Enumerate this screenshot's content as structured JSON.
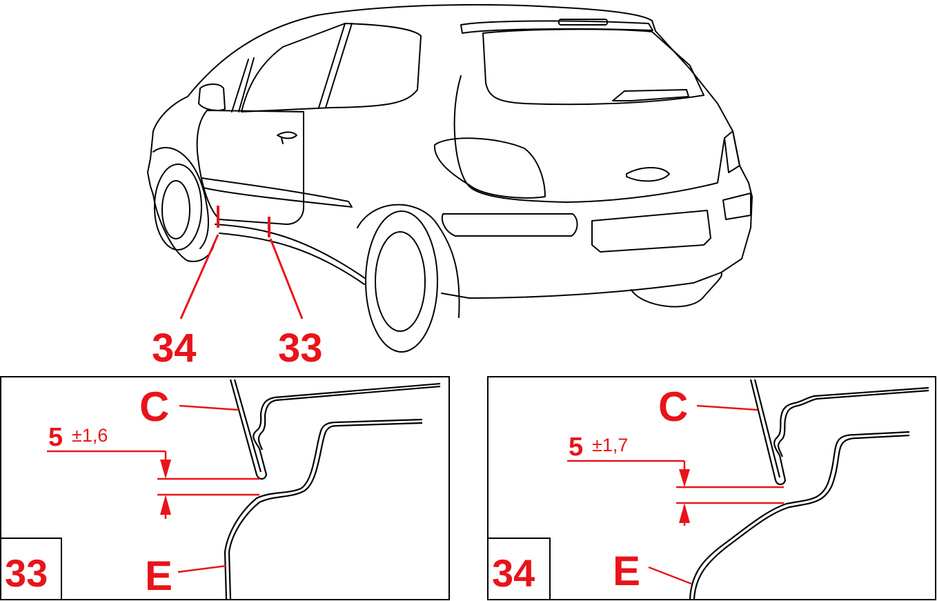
{
  "colors": {
    "accent": "#e8141a",
    "ink": "#000000",
    "paper": "#ffffff"
  },
  "car": {
    "callout_rear": "34",
    "callout_front": "33"
  },
  "panels": [
    {
      "id": "33",
      "number": "33",
      "label_top": "C",
      "label_bottom": "E",
      "dim_value": "5",
      "dim_tolerance": "±1,6"
    },
    {
      "id": "34",
      "number": "34",
      "label_top": "C",
      "label_bottom": "E",
      "dim_value": "5",
      "dim_tolerance": "±1,7"
    }
  ]
}
